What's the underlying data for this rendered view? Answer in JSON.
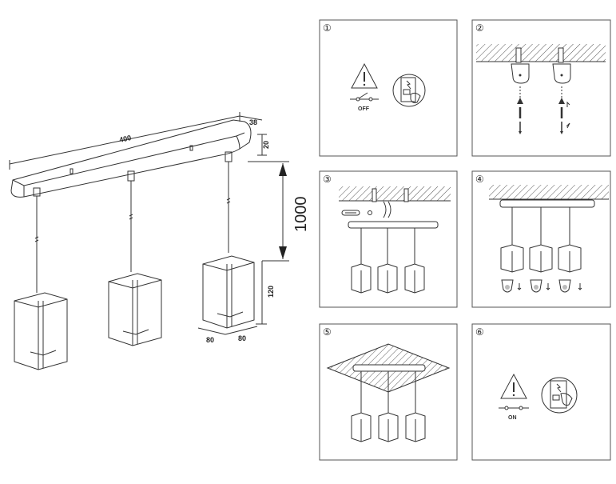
{
  "dimensions": {
    "length": "400",
    "width": "38",
    "height_bar": "20",
    "drop": "1000",
    "shade_height": "120",
    "shade_w1": "80",
    "shade_w2": "80"
  },
  "steps": [
    {
      "num": "①",
      "label": "OFF"
    },
    {
      "num": "②"
    },
    {
      "num": "③"
    },
    {
      "num": "④"
    },
    {
      "num": "⑤"
    },
    {
      "num": "⑥",
      "label": "ON"
    }
  ],
  "colors": {
    "line": "#333333",
    "hatch": "#555555",
    "panel_border": "#555555"
  }
}
